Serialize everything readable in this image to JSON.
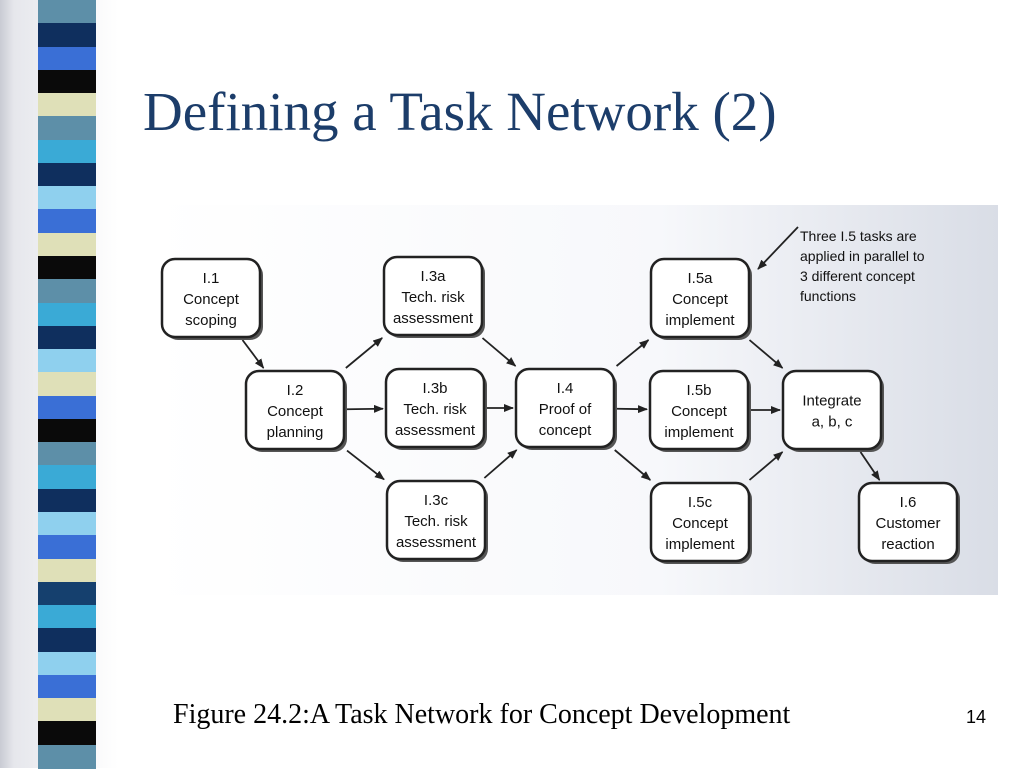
{
  "slide": {
    "title": "Defining a Task Network (2)",
    "caption": "Figure 24.2:A Task Network for Concept Development",
    "page_number": "14"
  },
  "diagram": {
    "nodes": [
      {
        "id": "n11",
        "lines": [
          "I.1",
          "Concept",
          "scoping"
        ]
      },
      {
        "id": "n12",
        "lines": [
          "I.2",
          "Concept",
          "planning"
        ]
      },
      {
        "id": "n13a",
        "lines": [
          "I.3a",
          "Tech. risk",
          "assessment"
        ]
      },
      {
        "id": "n13b",
        "lines": [
          "I.3b",
          "Tech. risk",
          "assessment"
        ]
      },
      {
        "id": "n13c",
        "lines": [
          "I.3c",
          "Tech. risk",
          "assessment"
        ]
      },
      {
        "id": "n14",
        "lines": [
          "I.4",
          "Proof of",
          "concept"
        ]
      },
      {
        "id": "n15a",
        "lines": [
          "I.5a",
          "Concept",
          "implement"
        ]
      },
      {
        "id": "n15b",
        "lines": [
          "I.5b",
          "Concept",
          "implement"
        ]
      },
      {
        "id": "n15c",
        "lines": [
          "I.5c",
          "Concept",
          "implement"
        ]
      },
      {
        "id": "nint",
        "lines": [
          "Integrate",
          "a, b, c"
        ]
      },
      {
        "id": "n16",
        "lines": [
          "I.6",
          "Customer",
          "reaction"
        ]
      }
    ],
    "edges": [
      [
        "n11",
        "n12"
      ],
      [
        "n12",
        "n13a"
      ],
      [
        "n12",
        "n13b"
      ],
      [
        "n12",
        "n13c"
      ],
      [
        "n13a",
        "n14"
      ],
      [
        "n13b",
        "n14"
      ],
      [
        "n13c",
        "n14"
      ],
      [
        "n14",
        "n15a"
      ],
      [
        "n14",
        "n15b"
      ],
      [
        "n14",
        "n15c"
      ],
      [
        "n15a",
        "nint"
      ],
      [
        "n15b",
        "nint"
      ],
      [
        "n15c",
        "nint"
      ],
      [
        "nint",
        "n16"
      ]
    ],
    "annotation": {
      "lines": [
        "Three I.5 tasks are",
        "applied in parallel to",
        "3 different concept",
        "functions"
      ]
    }
  },
  "colors": {
    "title": "#1c3d6a",
    "stripe": [
      "#5d8fa8",
      "#0f2f5e",
      "#3a6fd6",
      "#0a0a0a",
      "#dfe0b8",
      "#3aaad6",
      "#8fd0ee",
      "#15406e"
    ]
  }
}
